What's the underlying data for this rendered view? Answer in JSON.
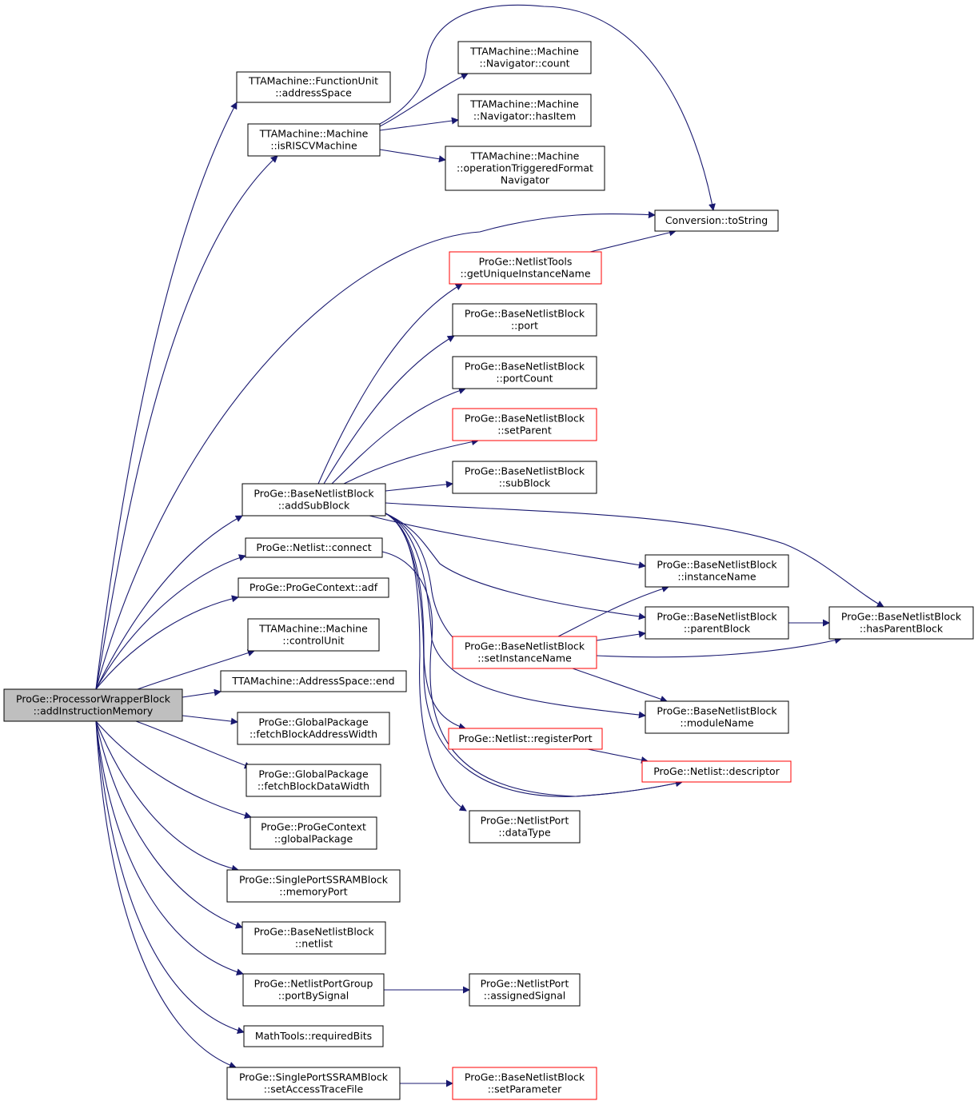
{
  "colors": {
    "edge": "#191970",
    "node_border": "#000000",
    "node_border_incomplete": "#ff0000",
    "root_fill": "#bfbfbf",
    "node_fill": "#ffffff"
  },
  "nodes": [
    {
      "id": "root",
      "lines": [
        "ProGe::ProcessorWrapperBlock",
        "::addInstructionMemory"
      ],
      "kind": "root"
    },
    {
      "id": "fu_addrspace",
      "lines": [
        "TTAMachine::FunctionUnit",
        "::addressSpace"
      ],
      "kind": "normal"
    },
    {
      "id": "isriscv",
      "lines": [
        "TTAMachine::Machine",
        "::isRISCVMachine"
      ],
      "kind": "normal"
    },
    {
      "id": "nav_count",
      "lines": [
        "TTAMachine::Machine",
        "::Navigator::count"
      ],
      "kind": "normal"
    },
    {
      "id": "nav_hasitem",
      "lines": [
        "TTAMachine::Machine",
        "::Navigator::hasItem"
      ],
      "kind": "normal"
    },
    {
      "id": "optrigfmt",
      "lines": [
        "TTAMachine::Machine",
        "::operationTriggeredFormat",
        "Navigator"
      ],
      "kind": "normal"
    },
    {
      "id": "tostring",
      "lines": [
        "Conversion::toString"
      ],
      "kind": "normal"
    },
    {
      "id": "uniqname",
      "lines": [
        "ProGe::NetlistTools",
        "::getUniqueInstanceName"
      ],
      "kind": "incomplete"
    },
    {
      "id": "port",
      "lines": [
        "ProGe::BaseNetlistBlock",
        "::port"
      ],
      "kind": "normal"
    },
    {
      "id": "portcount",
      "lines": [
        "ProGe::BaseNetlistBlock",
        "::portCount"
      ],
      "kind": "normal"
    },
    {
      "id": "setparent",
      "lines": [
        "ProGe::BaseNetlistBlock",
        "::setParent"
      ],
      "kind": "incomplete"
    },
    {
      "id": "subblock",
      "lines": [
        "ProGe::BaseNetlistBlock",
        "::subBlock"
      ],
      "kind": "normal"
    },
    {
      "id": "addsubblock",
      "lines": [
        "ProGe::BaseNetlistBlock",
        "::addSubBlock"
      ],
      "kind": "normal"
    },
    {
      "id": "connect",
      "lines": [
        "ProGe::Netlist::connect"
      ],
      "kind": "normal"
    },
    {
      "id": "adf",
      "lines": [
        "ProGe::ProGeContext::adf"
      ],
      "kind": "normal"
    },
    {
      "id": "controlunit",
      "lines": [
        "TTAMachine::Machine",
        "::controlUnit"
      ],
      "kind": "normal"
    },
    {
      "id": "as_end",
      "lines": [
        "TTAMachine::AddressSpace::end"
      ],
      "kind": "normal"
    },
    {
      "id": "fetchaddr",
      "lines": [
        "ProGe::GlobalPackage",
        "::fetchBlockAddressWidth"
      ],
      "kind": "normal"
    },
    {
      "id": "fetchdata",
      "lines": [
        "ProGe::GlobalPackage",
        "::fetchBlockDataWidth"
      ],
      "kind": "normal"
    },
    {
      "id": "globalpkg",
      "lines": [
        "ProGe::ProGeContext",
        "::globalPackage"
      ],
      "kind": "normal"
    },
    {
      "id": "memoryport",
      "lines": [
        "ProGe::SinglePortSSRAMBlock",
        "::memoryPort"
      ],
      "kind": "normal"
    },
    {
      "id": "netlist",
      "lines": [
        "ProGe::BaseNetlistBlock",
        "::netlist"
      ],
      "kind": "normal"
    },
    {
      "id": "portbysignal",
      "lines": [
        "ProGe::NetlistPortGroup",
        "::portBySignal"
      ],
      "kind": "normal"
    },
    {
      "id": "reqbits",
      "lines": [
        "MathTools::requiredBits"
      ],
      "kind": "normal"
    },
    {
      "id": "setaccesstrace",
      "lines": [
        "ProGe::SinglePortSSRAMBlock",
        "::setAccessTraceFile"
      ],
      "kind": "normal"
    },
    {
      "id": "assignedsignal",
      "lines": [
        "ProGe::NetlistPort",
        "::assignedSignal"
      ],
      "kind": "normal"
    },
    {
      "id": "setparameter",
      "lines": [
        "ProGe::BaseNetlistBlock",
        "::setParameter"
      ],
      "kind": "incomplete"
    },
    {
      "id": "instancename",
      "lines": [
        "ProGe::BaseNetlistBlock",
        "::instanceName"
      ],
      "kind": "normal"
    },
    {
      "id": "parentblock",
      "lines": [
        "ProGe::BaseNetlistBlock",
        "::parentBlock"
      ],
      "kind": "normal"
    },
    {
      "id": "hasparent",
      "lines": [
        "ProGe::BaseNetlistBlock",
        "::hasParentBlock"
      ],
      "kind": "normal"
    },
    {
      "id": "setinstname",
      "lines": [
        "ProGe::BaseNetlistBlock",
        "::setInstanceName"
      ],
      "kind": "incomplete"
    },
    {
      "id": "modulename",
      "lines": [
        "ProGe::BaseNetlistBlock",
        "::moduleName"
      ],
      "kind": "normal"
    },
    {
      "id": "regport",
      "lines": [
        "ProGe::Netlist::registerPort"
      ],
      "kind": "incomplete"
    },
    {
      "id": "descriptor",
      "lines": [
        "ProGe::Netlist::descriptor"
      ],
      "kind": "incomplete"
    },
    {
      "id": "datatype",
      "lines": [
        "ProGe::NetlistPort",
        "::dataType"
      ],
      "kind": "normal"
    }
  ],
  "edges": [
    [
      "root",
      "fu_addrspace"
    ],
    [
      "root",
      "isriscv"
    ],
    [
      "root",
      "tostring"
    ],
    [
      "root",
      "addsubblock"
    ],
    [
      "root",
      "connect"
    ],
    [
      "root",
      "adf"
    ],
    [
      "root",
      "controlunit"
    ],
    [
      "root",
      "as_end"
    ],
    [
      "root",
      "fetchaddr"
    ],
    [
      "root",
      "fetchdata"
    ],
    [
      "root",
      "globalpkg"
    ],
    [
      "root",
      "memoryport"
    ],
    [
      "root",
      "netlist"
    ],
    [
      "root",
      "portbysignal"
    ],
    [
      "root",
      "reqbits"
    ],
    [
      "root",
      "setaccesstrace"
    ],
    [
      "isriscv",
      "nav_count"
    ],
    [
      "isriscv",
      "nav_hasitem"
    ],
    [
      "isriscv",
      "optrigfmt"
    ],
    [
      "isriscv",
      "tostring"
    ],
    [
      "uniqname",
      "tostring"
    ],
    [
      "addsubblock",
      "uniqname"
    ],
    [
      "addsubblock",
      "port"
    ],
    [
      "addsubblock",
      "portcount"
    ],
    [
      "addsubblock",
      "setparent"
    ],
    [
      "addsubblock",
      "subblock"
    ],
    [
      "addsubblock",
      "hasparent"
    ],
    [
      "addsubblock",
      "instancename"
    ],
    [
      "addsubblock",
      "parentblock"
    ],
    [
      "addsubblock",
      "setinstname"
    ],
    [
      "addsubblock",
      "modulename"
    ],
    [
      "addsubblock",
      "regport"
    ],
    [
      "addsubblock",
      "datatype"
    ],
    [
      "addsubblock",
      "descriptor"
    ],
    [
      "connect",
      "descriptor"
    ],
    [
      "setinstname",
      "instancename"
    ],
    [
      "setinstname",
      "parentblock"
    ],
    [
      "setinstname",
      "hasparent"
    ],
    [
      "setinstname",
      "modulename"
    ],
    [
      "parentblock",
      "hasparent"
    ],
    [
      "regport",
      "descriptor"
    ],
    [
      "portbysignal",
      "assignedsignal"
    ],
    [
      "setaccesstrace",
      "setparameter"
    ]
  ]
}
